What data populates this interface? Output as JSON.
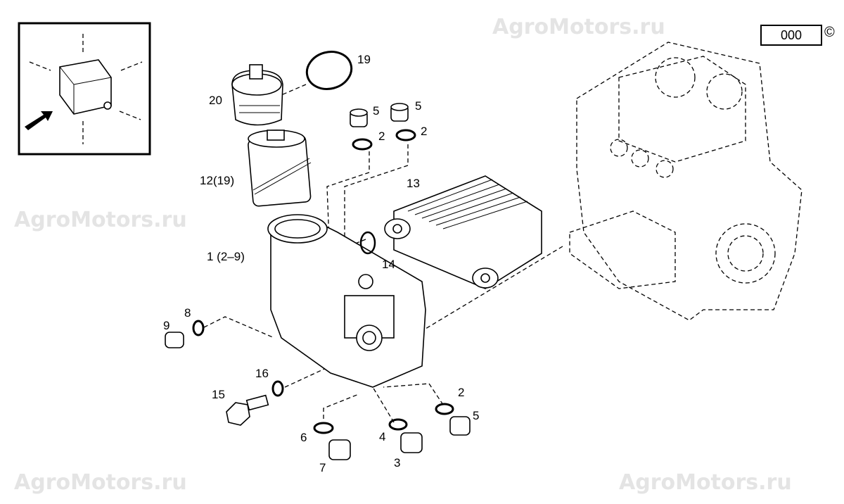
{
  "watermark": "AgroMotors.ru",
  "reference_code": "000",
  "copyright_symbol": "©",
  "callouts": [
    {
      "id": "19",
      "text": "19"
    },
    {
      "id": "20",
      "text": "20"
    },
    {
      "id": "5a",
      "text": "5"
    },
    {
      "id": "5b",
      "text": "5"
    },
    {
      "id": "2a",
      "text": "2"
    },
    {
      "id": "2b",
      "text": "2"
    },
    {
      "id": "12",
      "text": "12(19)"
    },
    {
      "id": "13",
      "text": "13"
    },
    {
      "id": "1",
      "text": "1 (2–9)"
    },
    {
      "id": "14",
      "text": "14"
    },
    {
      "id": "9",
      "text": "9"
    },
    {
      "id": "8",
      "text": "8"
    },
    {
      "id": "16",
      "text": "16"
    },
    {
      "id": "15",
      "text": "15"
    },
    {
      "id": "2c",
      "text": "2"
    },
    {
      "id": "5c",
      "text": "5"
    },
    {
      "id": "6",
      "text": "6"
    },
    {
      "id": "4",
      "text": "4"
    },
    {
      "id": "7",
      "text": "7"
    },
    {
      "id": "3",
      "text": "3"
    }
  ]
}
